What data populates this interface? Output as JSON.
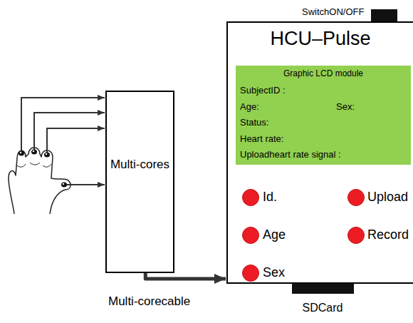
{
  "diagram": {
    "nodes": [
      {
        "text": [
          "Multi-cores"
        ]
      },
      {
        "text": [
          "HCU–Pulse"
        ]
      },
      {
        "text": [
          "Graphic LCD module",
          "SubjectID :",
          "Age:",
          "Sex:",
          "Status:",
          "Heart rate:",
          "Uploadheart rate signal :"
        ],
        "in": 1
      }
    ],
    "edges": [
      {
        "from": 0,
        "to": 1,
        "arrow": "to",
        "label": "Multi-corecable"
      }
    ],
    "labels": [
      "SwitchON/OFF",
      "Id.",
      "Upload",
      "Age",
      "Record",
      "Sex",
      "SDCard"
    ]
  }
}
